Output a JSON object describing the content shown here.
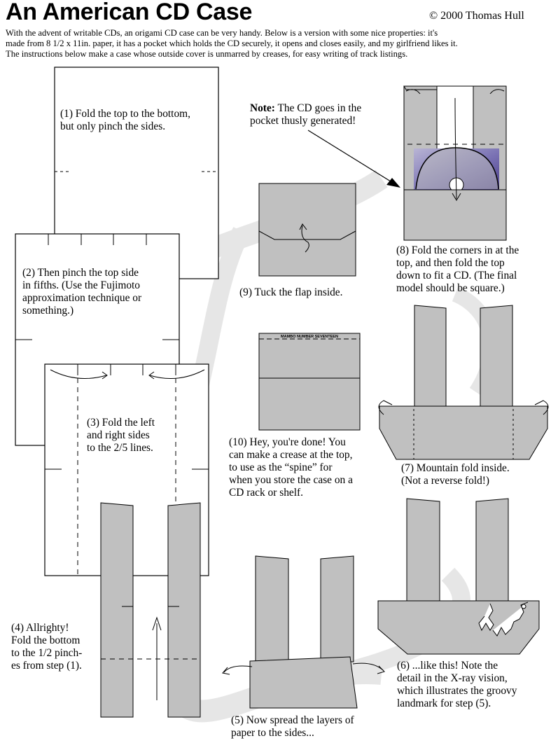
{
  "header": {
    "title": "An American CD Case",
    "copyright": "© 2000 Thomas Hull"
  },
  "intro": [
    "With the advent of writable CDs, an origami CD case can be very handy.  Below is a version with some nice properties: it's",
    "made from 8 1/2 x 11in. paper, it has a pocket which holds the CD securely, it opens and closes easily, and my girlfriend likes it.",
    "The instructions below make a case whose outside cover is unmarred by creases, for easy writing of track listings."
  ],
  "colors": {
    "paper_gray": "#c0c0c0",
    "path_gray": "#e6e6e6",
    "cd_purple": "#5a4f9a"
  },
  "steps": {
    "s1": [
      "(1) Fold the top to the bottom,",
      "but only pinch the sides."
    ],
    "s2": [
      "(2) Then pinch the top side",
      "in fifths.  (Use the Fujimoto",
      "approximation technique or",
      "something.)"
    ],
    "s3": [
      "(3) Fold the left",
      "and right sides",
      "to the 2/5 lines."
    ],
    "s4": [
      "(4) Allrighty!",
      "Fold the bottom",
      "to the 1/2 pinch-",
      "es from step (1)."
    ],
    "s5": [
      "(5) Now spread the layers of",
      "paper to the sides..."
    ],
    "s6": [
      "(6) ...like this!  Note the",
      "detail in the X-ray vision,",
      "which illustrates the groovy",
      "landmark for step (5)."
    ],
    "s7": [
      "(7) Mountain fold inside.",
      "(Not a reverse fold!)"
    ],
    "s8": [
      "(8) Fold the corners in at the",
      "top, and then fold the top",
      "down to fit a CD.  (The final",
      "model should be square.)"
    ],
    "s9": [
      "(9) Tuck the flap inside."
    ],
    "s10": [
      "(10) Hey, you're done!  You",
      "can  make a crease at the top,",
      "to use as the “spine” for",
      "when you store the case on a",
      "CD rack or shelf."
    ]
  },
  "note": {
    "label": "Note:",
    "line1": " The CD goes in the",
    "line2": "pocket thusly generated!"
  },
  "spine_label": "MAMBO NUMBER SEVENTEEN"
}
